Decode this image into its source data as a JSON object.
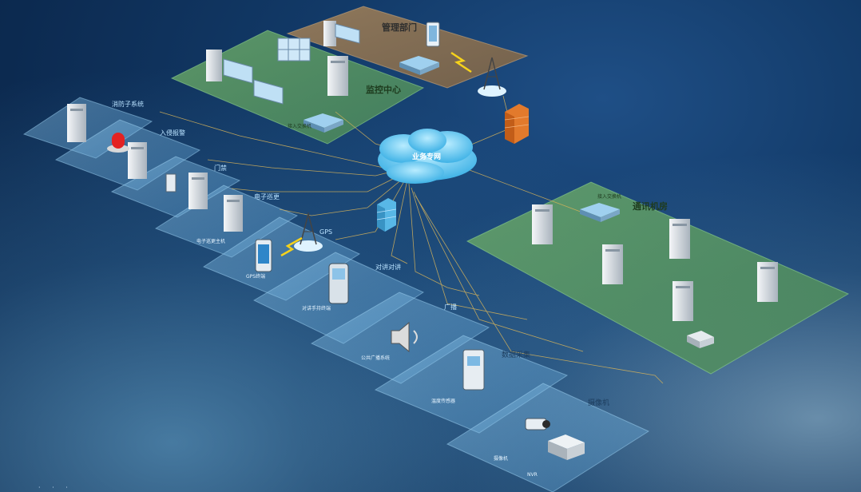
{
  "cloud": {
    "label": "业务专网"
  },
  "management": {
    "title": "管理部门"
  },
  "monitor_center": {
    "title": "监控中心",
    "device_label": "接入交换机"
  },
  "comm_room": {
    "title": "通讯机房",
    "switch_label": "接入交换机"
  },
  "panels": [
    {
      "title": "消防子系统"
    },
    {
      "title": "入侵报警"
    },
    {
      "title": "门禁"
    },
    {
      "title": "电子巡更"
    },
    {
      "title": "GPS"
    },
    {
      "title": "对讲对讲"
    },
    {
      "title": "广播"
    },
    {
      "title": "数据采集"
    },
    {
      "title": "摄像机"
    }
  ],
  "devices": {
    "broadcast": "公共广播系统",
    "data_collector": "温度传感器",
    "camera": "摄像机",
    "nvr": "NVR",
    "intercom": "对讲手持终端",
    "gps": "GPS终端",
    "patrol": "电子巡更主机"
  },
  "bottom_marker": "· · ·"
}
